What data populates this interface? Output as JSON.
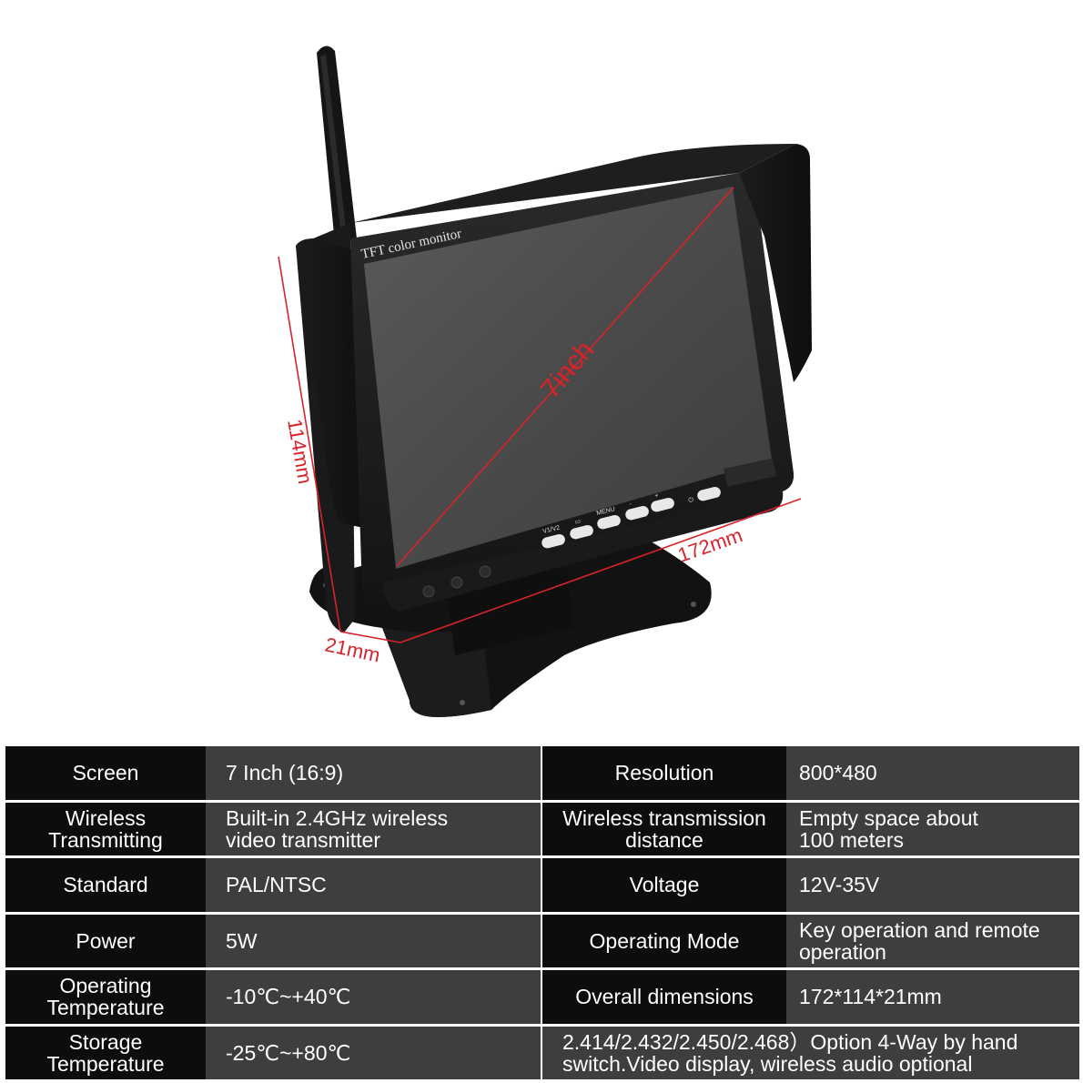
{
  "illustration": {
    "brand_text": "TFT color monitor",
    "diagonal_label": "7inch",
    "height_label": "114mm",
    "width_label": "172mm",
    "depth_label": "21mm",
    "key_labels": [
      "V1/V2",
      "▭",
      "MENU",
      "-",
      "+",
      "⏻"
    ],
    "accent_color": "#d8232a"
  },
  "specs": {
    "left": [
      {
        "label": [
          "Screen"
        ],
        "value": [
          "7 Inch (16:9)"
        ]
      },
      {
        "label": [
          "Wireless",
          "Transmitting"
        ],
        "value": [
          "Built-in 2.4GHz wireless",
          "video transmitter"
        ]
      },
      {
        "label": [
          "Standard"
        ],
        "value": [
          "PAL/NTSC"
        ]
      },
      {
        "label": [
          "Power"
        ],
        "value": [
          "5W"
        ]
      },
      {
        "label": [
          "Operating",
          "Temperature"
        ],
        "value": [
          "-10℃~+40℃"
        ]
      },
      {
        "label": [
          "Storage",
          "Temperature"
        ],
        "value": [
          "-25℃~+80℃"
        ]
      }
    ],
    "right": [
      {
        "label": [
          "Resolution"
        ],
        "value": [
          "800*480"
        ]
      },
      {
        "label": [
          "Wireless transmission",
          "distance"
        ],
        "value": [
          "Empty space about",
          "100 meters"
        ]
      },
      {
        "label": [
          "Voltage"
        ],
        "value": [
          "12V-35V"
        ]
      },
      {
        "label": [
          "Operating Mode"
        ],
        "value": [
          "Key operation and remote",
          "operation"
        ]
      },
      {
        "label": [
          "Overall dimensions"
        ],
        "value": [
          "172*114*21mm"
        ]
      }
    ],
    "right_last_row": [
      "2.414/2.432/2.450/2.468）Option 4-Way by hand",
      "switch.Video display, wireless audio optional"
    ]
  }
}
